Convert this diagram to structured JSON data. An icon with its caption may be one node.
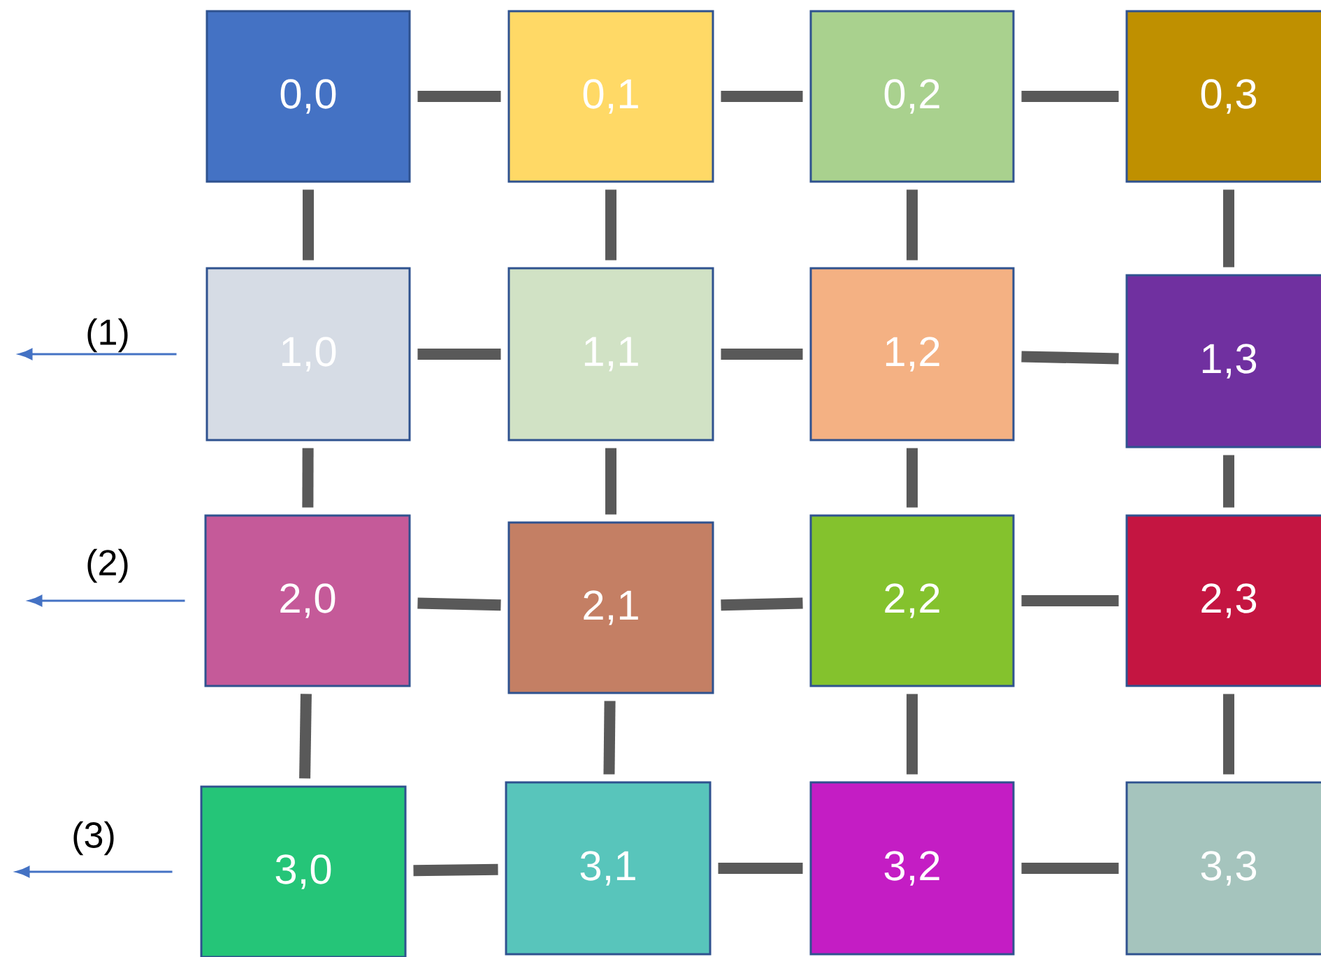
{
  "diagram": {
    "nodes": [
      {
        "text": [
          "0,0"
        ]
      },
      {
        "text": [
          "0,1"
        ]
      },
      {
        "text": [
          "0,2"
        ]
      },
      {
        "text": [
          "0,3"
        ]
      },
      {
        "text": [
          "1,0"
        ]
      },
      {
        "text": [
          "1,1"
        ]
      },
      {
        "text": [
          "1,2"
        ]
      },
      {
        "text": [
          "1,3"
        ]
      },
      {
        "text": [
          "2,0"
        ]
      },
      {
        "text": [
          "2,1"
        ]
      },
      {
        "text": [
          "2,2"
        ]
      },
      {
        "text": [
          "2,3"
        ]
      },
      {
        "text": [
          "3,0"
        ]
      },
      {
        "text": [
          "3,1"
        ]
      },
      {
        "text": [
          "3,2"
        ]
      },
      {
        "text": [
          "3,3"
        ]
      }
    ],
    "edges": [
      {
        "from": 0,
        "to": 1,
        "arrow": "none"
      },
      {
        "from": 1,
        "to": 2,
        "arrow": "none"
      },
      {
        "from": 2,
        "to": 3,
        "arrow": "none"
      },
      {
        "from": 0,
        "to": 4,
        "arrow": "none"
      },
      {
        "from": 1,
        "to": 5,
        "arrow": "none"
      },
      {
        "from": 2,
        "to": 6,
        "arrow": "none"
      },
      {
        "from": 3,
        "to": 7,
        "arrow": "none"
      },
      {
        "from": 4,
        "to": 5,
        "arrow": "none"
      },
      {
        "from": 5,
        "to": 6,
        "arrow": "none"
      },
      {
        "from": 6,
        "to": 7,
        "arrow": "none"
      },
      {
        "from": 4,
        "to": 8,
        "arrow": "none"
      },
      {
        "from": 5,
        "to": 9,
        "arrow": "none"
      },
      {
        "from": 6,
        "to": 10,
        "arrow": "none"
      },
      {
        "from": 7,
        "to": 11,
        "arrow": "none"
      },
      {
        "from": 8,
        "to": 9,
        "arrow": "none"
      },
      {
        "from": 9,
        "to": 10,
        "arrow": "none"
      },
      {
        "from": 10,
        "to": 11,
        "arrow": "none"
      },
      {
        "from": 8,
        "to": 12,
        "arrow": "none"
      },
      {
        "from": 9,
        "to": 13,
        "arrow": "none"
      },
      {
        "from": 10,
        "to": 14,
        "arrow": "none"
      },
      {
        "from": 11,
        "to": 15,
        "arrow": "none"
      },
      {
        "from": 12,
        "to": 13,
        "arrow": "none"
      },
      {
        "from": 13,
        "to": 14,
        "arrow": "none"
      },
      {
        "from": 14,
        "to": 15,
        "arrow": "none"
      },
      {
        "from": 4,
        "to": null,
        "arrow": "to",
        "label": "(1)",
        "color": "#4472c4"
      },
      {
        "from": 8,
        "to": null,
        "arrow": "to",
        "label": "(2)",
        "color": "#4472c4"
      },
      {
        "from": 12,
        "to": null,
        "arrow": "to",
        "label": "(3)",
        "color": "#4472c4"
      }
    ]
  }
}
